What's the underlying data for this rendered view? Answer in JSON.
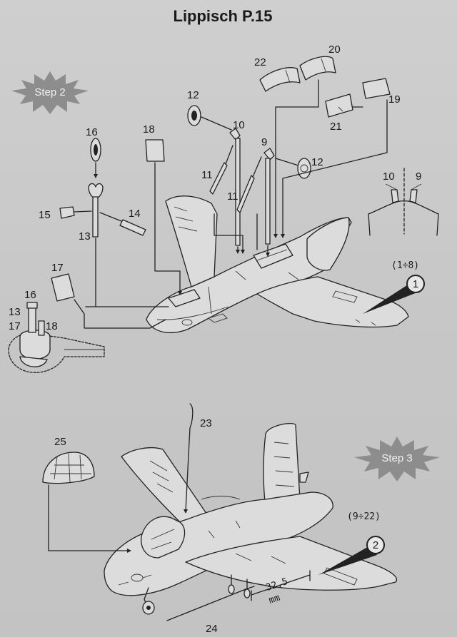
{
  "title": "Lippisch P.15",
  "steps": {
    "step2": "Step 2",
    "step3": "Step 3"
  },
  "parts": {
    "p1": "12",
    "p2": "10",
    "p3": "9",
    "p4": "12",
    "p5": "16",
    "p6": "18",
    "p7": "22",
    "p8": "20",
    "p9": "21",
    "p10": "19",
    "p11": "11",
    "p12": "11",
    "p13": "15",
    "p14": "14",
    "p15": "13",
    "p16": "17",
    "p17": "10",
    "p18": "9",
    "p19": "16",
    "p20": "13",
    "p21": "17",
    "p22": "18",
    "p23": "23",
    "p24": "25",
    "p25": "24"
  },
  "subassemblies": {
    "ref1": {
      "number": "1",
      "range": "(1÷8)"
    },
    "ref2": {
      "number": "2",
      "range": "(9÷22)"
    }
  },
  "dimension": {
    "value": "32,5",
    "unit": "mm"
  },
  "colors": {
    "paper": "#c9c9c9",
    "ink": "#1a1a1a",
    "burst": "#8f8f8f"
  }
}
